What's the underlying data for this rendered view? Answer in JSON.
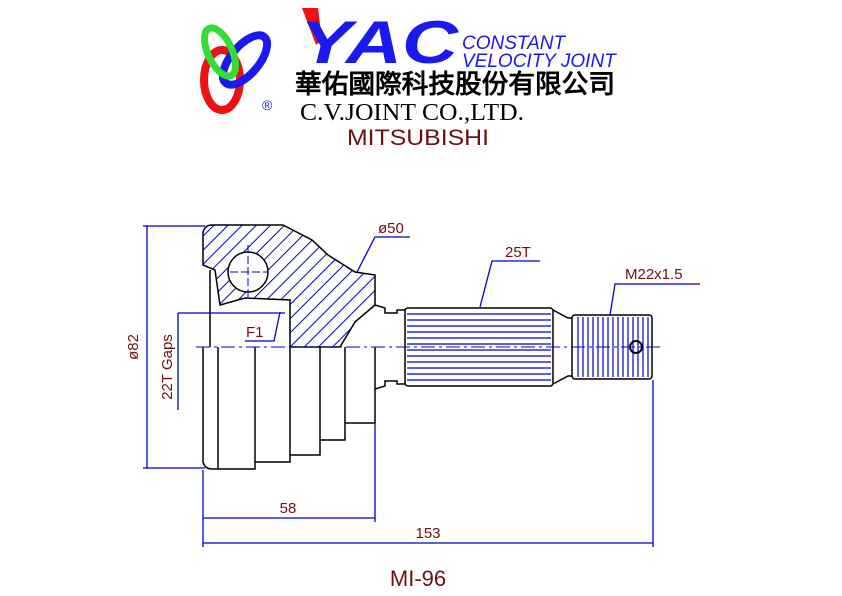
{
  "header": {
    "brand": "YAC",
    "tagline_line1": "CONSTANT",
    "tagline_line2": "VELOCITY JOINT",
    "company_chinese": "華佑國際科技股份有限公司",
    "company_english": "C.V.JOINT CO.,LTD.",
    "registered_mark": "®",
    "make": "MITSUBISHI"
  },
  "drawing": {
    "outer_diameter": "ø82",
    "abs_gaps": "22T Gaps",
    "seal_diameter": "ø50",
    "spline_teeth": "25T",
    "thread": "M22x1.5",
    "face_label": "F1",
    "length_bell": "58",
    "length_total": "153"
  },
  "part_number": "MI-96",
  "colors": {
    "line": "#0000cc",
    "text": "#6b1111",
    "brand_blue": "#1a1aee",
    "brand_red": "#ee1111",
    "brand_green": "#33dd33"
  }
}
